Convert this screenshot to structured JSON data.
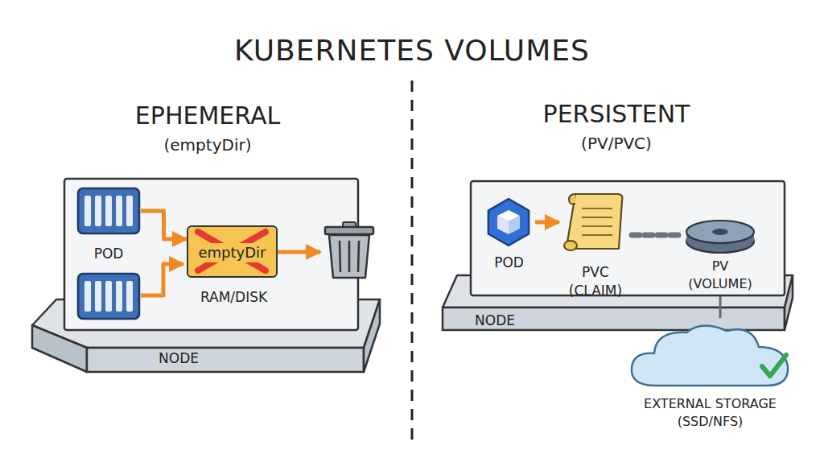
{
  "diagram": {
    "title": "KUBERNETES VOLUMES",
    "nodes": [
      {
        "text": [
          "NODE"
        ]
      },
      {
        "text": [
          "POD"
        ],
        "in": 0
      },
      {
        "text": [
          "emptyDir",
          "RAM/DISK"
        ],
        "in": 0
      },
      {
        "text": [
          "NODE"
        ]
      },
      {
        "text": [
          "POD"
        ],
        "in": 3
      },
      {
        "text": [
          "PVC (CLAIM)"
        ],
        "in": 3
      },
      {
        "text": [
          "PV (VOLUME)"
        ],
        "in": 3
      },
      {
        "text": [
          "EXTERNAL STORAGE (SSD/NFS)"
        ]
      }
    ],
    "edges": [
      {
        "from": 1,
        "to": 2,
        "arrow": "to"
      },
      {
        "from": 4,
        "to": 5,
        "arrow": "to"
      },
      {
        "from": 5,
        "to": 6,
        "arrow": "none"
      },
      {
        "from": 6,
        "to": 7,
        "arrow": "none"
      }
    ],
    "labels": [
      "EPHEMERAL",
      "(emptyDir)",
      "PERSISTENT",
      "(PV/PVC)"
    ]
  }
}
